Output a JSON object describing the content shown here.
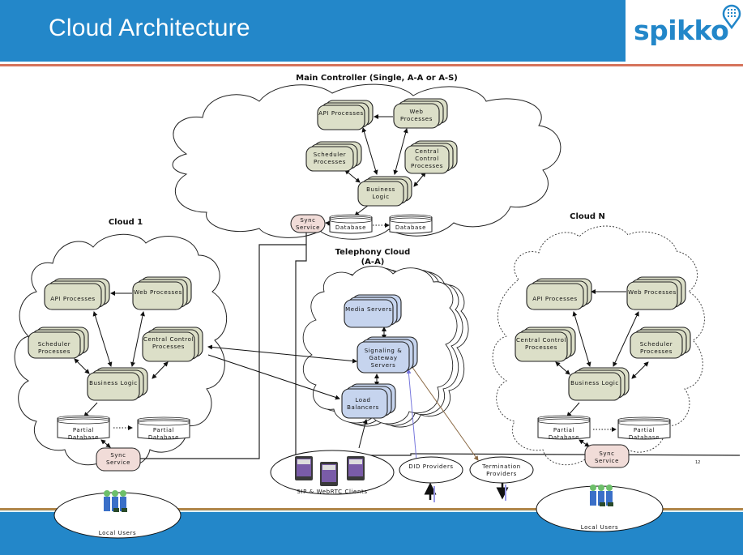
{
  "slide": {
    "title": "Cloud Architecture",
    "logo_text": "spikko",
    "logo_icon": "map-pin-keypad-icon",
    "page_number": "12",
    "colors": {
      "header_blue": "#2387c9",
      "accent_rule": "#d6735b",
      "footer_rule": "#b0864a",
      "process_fill": "#dcdfc8",
      "telephony_fill": "#c6d4ee",
      "sync_fill": "#f1dcd8"
    }
  },
  "main_controller": {
    "heading": "Main Controller (Single, A-A or A-S)",
    "nodes": {
      "api": "API Processes",
      "web": "Web Processes",
      "scheduler": "Scheduler Processes",
      "central": "Central Control Processes",
      "business": "Business Logic",
      "sync": "Sync Service",
      "db1": "Database",
      "db2": "Database"
    }
  },
  "cloud1": {
    "heading": "Cloud 1",
    "nodes": {
      "api": "API Processes",
      "web": "Web Processes",
      "scheduler": "Scheduler Processes",
      "central": "Central Control Processes",
      "business": "Business Logic",
      "db1": "Partial Database",
      "db2": "Partial Database",
      "sync": "Sync Service"
    },
    "users": "Local Users"
  },
  "cloudN": {
    "heading": "Cloud N",
    "nodes": {
      "api": "API Processes",
      "web": "Web Processes",
      "central": "Central Control Processes",
      "scheduler": "Scheduler Processes",
      "business": "Business Logic",
      "db1": "Partial Database",
      "db2": "Partial Database",
      "sync": "Sync Service"
    },
    "users": "Local Users"
  },
  "telephony": {
    "heading_line1": "Telephony Cloud",
    "heading_line2": "(A-A)",
    "nodes": {
      "media": "Media Servers",
      "signaling": "Signaling & Gateway Servers",
      "load": "Load Balancers"
    }
  },
  "external": {
    "clients": "SIP & WebRTC Clients",
    "did": "DID Providers",
    "termination": "Termination Providers"
  }
}
